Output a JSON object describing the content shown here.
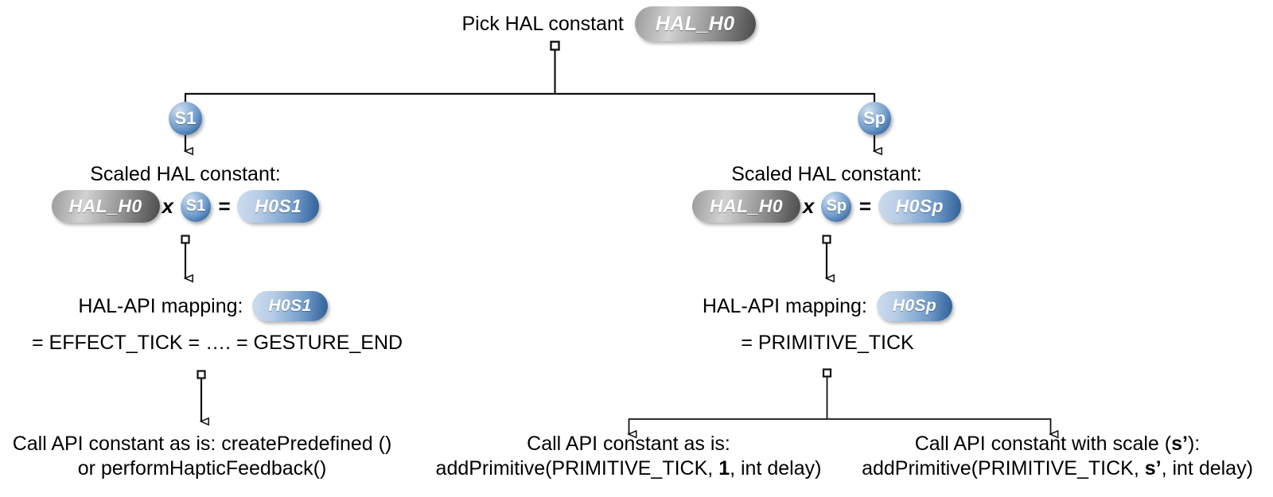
{
  "diagram": {
    "title_node": {
      "label": "Pick HAL constant",
      "pill": "HAL_H0"
    },
    "branch_labels": {
      "left": "S1",
      "right": "Sp"
    },
    "scaled_left": {
      "caption": "Scaled HAL constant:",
      "operand1": "HAL_H0",
      "times": "x",
      "operand2": "S1",
      "equals": "=",
      "result": "H0S1"
    },
    "scaled_right": {
      "caption": "Scaled HAL constant:",
      "operand1": "HAL_H0",
      "times": "x",
      "operand2": "Sp",
      "equals": "=",
      "result": "H0Sp"
    },
    "mapping_left": {
      "caption": "HAL-API mapping:",
      "pill": "H0S1",
      "expansion": "= EFFECT_TICK = …. = GESTURE_END"
    },
    "mapping_right": {
      "caption": "HAL-API mapping:",
      "pill": "H0Sp",
      "expansion": "= PRIMITIVE_TICK"
    },
    "leaf_left": {
      "line1": "Call API constant as is: createPredefined ()",
      "line2": "or performHapticFeedback()"
    },
    "leaf_middle": {
      "line1": "Call API constant as is:",
      "line2_pre": "addPrimitive(PRIMITIVE_TICK, ",
      "line2_arg": "1",
      "line2_post": ", int delay)"
    },
    "leaf_right": {
      "line1_pre": "Call API constant with scale (",
      "line1_arg": "s’",
      "line1_post": "):",
      "line2_pre": "addPrimitive(PRIMITIVE_TICK, ",
      "line2_arg": "s’",
      "line2_post": ", int delay)"
    },
    "colors": {
      "wire": "#1a1a1a",
      "pill_blue_light": "#cddcee",
      "pill_blue_dark": "#2f5f96",
      "pill_gray_light": "#d2d2d2",
      "pill_gray_dark": "#4a4a4a",
      "sphere_blue": "#3d6ea6",
      "background": "#ffffff",
      "text": "#000000"
    }
  }
}
